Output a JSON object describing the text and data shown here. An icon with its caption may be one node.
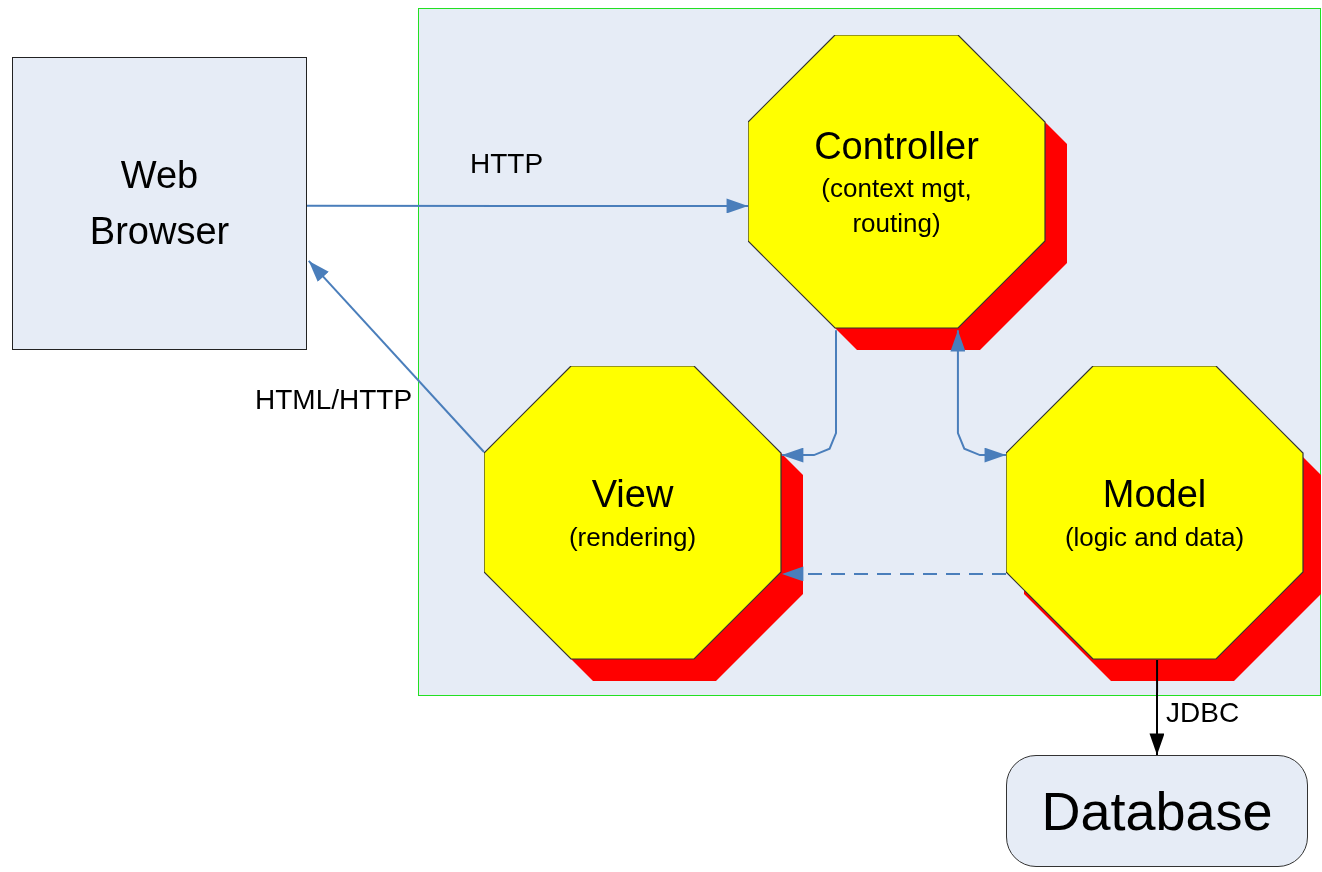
{
  "diagram": {
    "nodes": [
      {
        "text": [
          "Web Browser"
        ]
      },
      {
        "text": [],
        "shape": "box"
      },
      {
        "text": [
          "Controller",
          "(context mgt, routing)"
        ],
        "in": 1
      },
      {
        "text": [
          "View",
          "(rendering)"
        ],
        "in": 1
      },
      {
        "text": [
          "Model",
          "(logic and data)"
        ],
        "in": 1
      },
      {
        "text": [
          "Database"
        ]
      }
    ],
    "edges": [
      {
        "from": 0,
        "to": 2,
        "arrow": "to",
        "label": "HTTP"
      },
      {
        "from": 3,
        "to": 0,
        "arrow": "to",
        "label": "HTML/HTTP"
      },
      {
        "from": 2,
        "to": 3,
        "arrow": "to"
      },
      {
        "from": 4,
        "to": 2,
        "arrow": "both"
      },
      {
        "from": 4,
        "to": 3,
        "arrow": "to",
        "style": "dashed"
      },
      {
        "from": 4,
        "to": 5,
        "arrow": "to",
        "label": "JDBC",
        "color": "#000000"
      }
    ]
  }
}
